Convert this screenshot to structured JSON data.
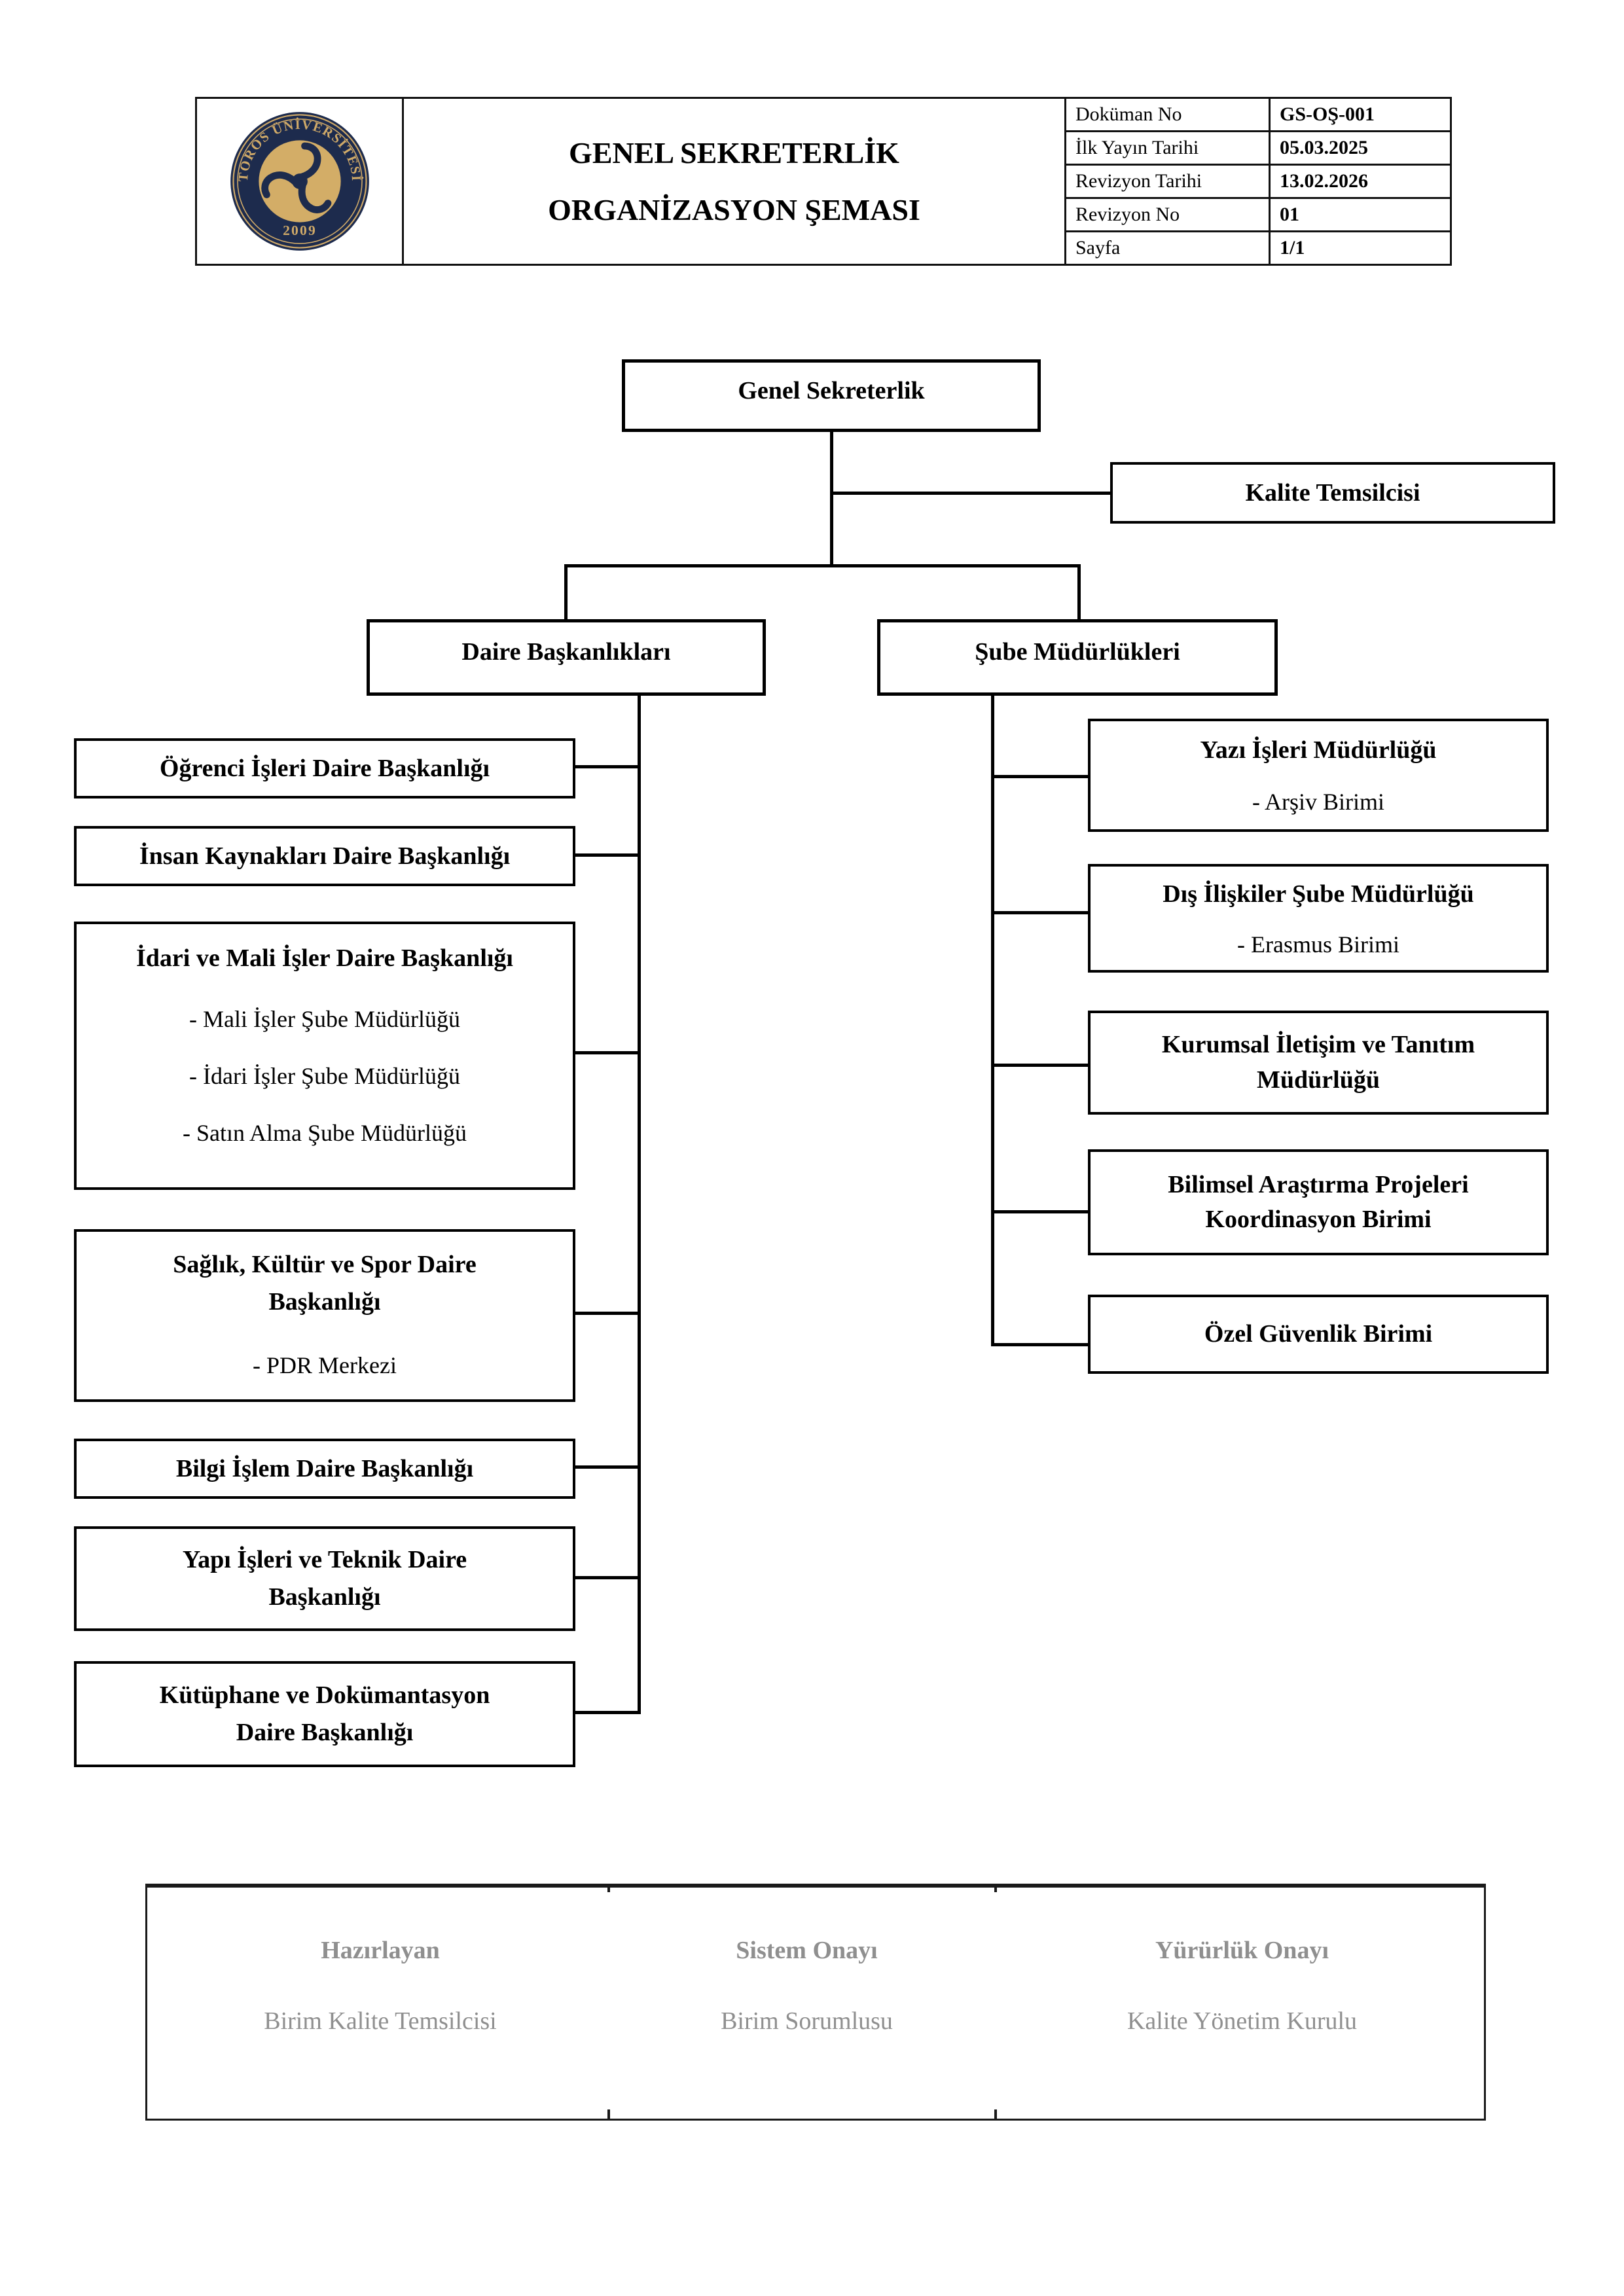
{
  "header": {
    "title_line1": "GENEL SEKRETERLİK",
    "title_line2": "ORGANİZASYON ŞEMASI",
    "logo": {
      "arc_text": "TOROS ÜNİVERSİTESİ",
      "year": "2009"
    },
    "info": {
      "rows": [
        {
          "label": "Doküman No",
          "value": "GS-OŞ-001"
        },
        {
          "label": "İlk Yayın Tarihi",
          "value": "05.03.2025"
        },
        {
          "label": "Revizyon Tarihi",
          "value": "13.02.2026"
        },
        {
          "label": "Revizyon No",
          "value": "01"
        },
        {
          "label": "Sayfa",
          "value": "1/1"
        }
      ]
    }
  },
  "chart": {
    "root": {
      "label": "Genel Sekreterlik"
    },
    "kalite": {
      "label": "Kalite Temsilcisi"
    },
    "groups": {
      "left": "Daire Başkanlıkları",
      "right": "Şube Müdürlükleri"
    },
    "left_nodes": [
      {
        "title": "Öğrenci İşleri Daire Başkanlığı"
      },
      {
        "title": "İnsan Kaynakları Daire Başkanlığı"
      },
      {
        "title": "İdari ve Mali İşler Daire Başkanlığı",
        "items": [
          "- Mali İşler Şube Müdürlüğü",
          "- İdari İşler Şube Müdürlüğü",
          "- Satın Alma Şube Müdürlüğü"
        ]
      },
      {
        "title": "Sağlık, Kültür ve Spor Daire Başkanlığı",
        "items": [
          "- PDR Merkezi"
        ]
      },
      {
        "title": "Bilgi İşlem Daire Başkanlığı"
      },
      {
        "title": "Yapı İşleri ve Teknik Daire Başkanlığı"
      },
      {
        "title": "Kütüphane ve Dokümantasyon Daire Başkanlığı"
      }
    ],
    "right_nodes": [
      {
        "title": "Yazı İşleri Müdürlüğü",
        "items": [
          "- Arşiv Birimi"
        ]
      },
      {
        "title": "Dış İlişkiler Şube Müdürlüğü",
        "items": [
          "- Erasmus Birimi"
        ]
      },
      {
        "title": "Kurumsal İletişim ve Tanıtım Müdürlüğü"
      },
      {
        "title": "Bilimsel Araştırma Projeleri Koordinasyon Birimi"
      },
      {
        "title": "Özel Güvenlik Birimi"
      }
    ]
  },
  "approval": {
    "columns": [
      {
        "heading": "Hazırlayan",
        "value": "Birim Kalite Temsilcisi"
      },
      {
        "heading": "Sistem Onayı",
        "value": "Birim Sorumlusu"
      },
      {
        "heading": "Yürürlük Onayı",
        "value": "Kalite Yönetim Kurulu"
      }
    ]
  },
  "colors": {
    "navy": "#1d2b4d",
    "gold": "#cfa968",
    "gold_disc": "#d3ad67",
    "line": "#000000",
    "muted_text": "#8f8f8f"
  }
}
